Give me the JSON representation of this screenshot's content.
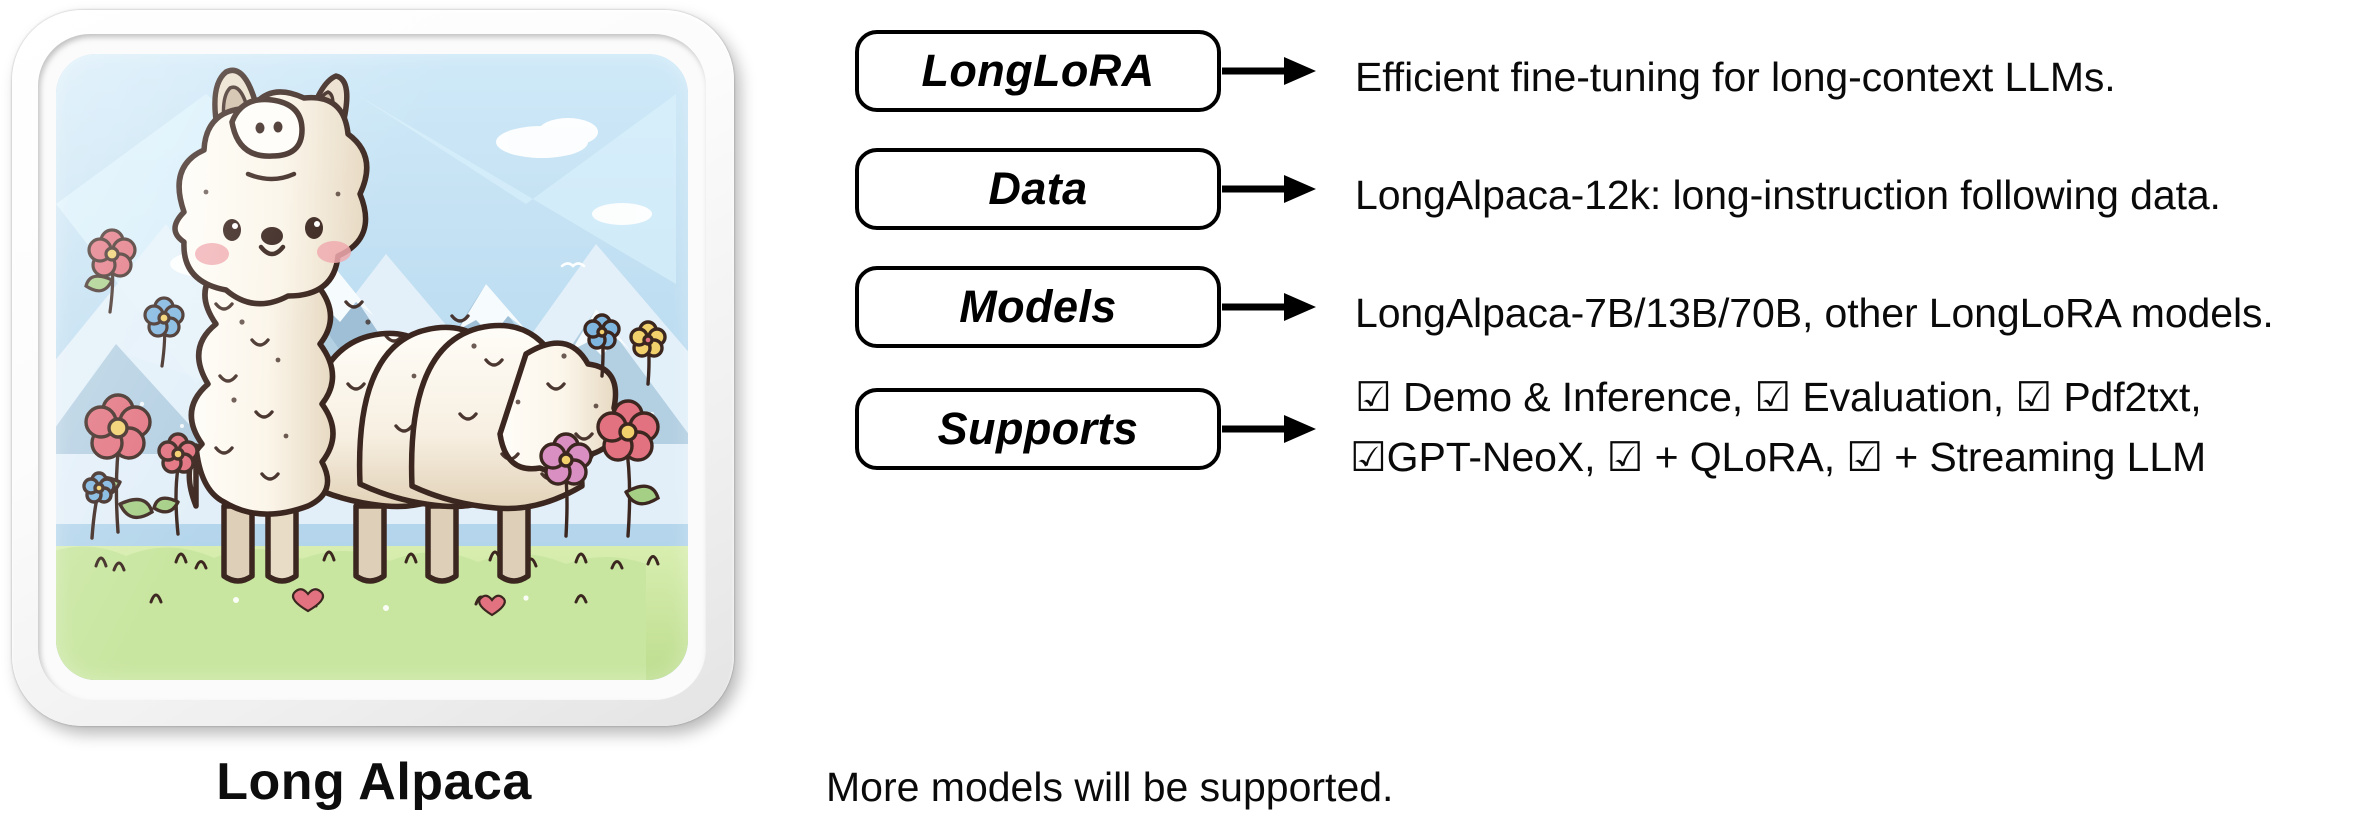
{
  "artwork": {
    "caption": "Long Alpaca",
    "alt_name": "long-alpaca-illustration",
    "palette": {
      "sky": "#b7d8ef",
      "sky_light": "#cfe8f7",
      "mountain_far": "#dfeaf4",
      "mountain_near": "#8fb3cc",
      "mountain_snow": "#f4fafd",
      "grass": "#cfe8a8",
      "grass_dark": "#a8cf7d",
      "wool_light": "#fdfaf2",
      "wool_shade": "#e8dcc6",
      "outline": "#3c2720",
      "cheek": "#f0a9ae",
      "flower_red": "#e2727f",
      "flower_pink": "#d98fc2",
      "flower_blue": "#7fb6e0",
      "flower_yellow": "#f2d06b",
      "leaf": "#a6cf86"
    }
  },
  "flow": {
    "rows": [
      {
        "tag": "LongLoRA",
        "description": "Efficient fine-tuning for long-context LLMs.",
        "arrow": "arrow-right"
      },
      {
        "tag": "Data",
        "description": "LongAlpaca-12k: long-instruction following data.",
        "arrow": "arrow-right"
      },
      {
        "tag": "Models",
        "description": "LongAlpaca-7B/13B/70B, other LongLoRA models.",
        "arrow": "arrow-right"
      },
      {
        "tag": "Supports",
        "description": "☑ Demo & Inference, ☑ Evaluation, ☑ Pdf2txt, ☑GPT-NeoX, ☑ + QLoRA, ☑ + Streaming LLM",
        "description_line1": "☑ Demo & Inference, ☑ Evaluation, ☑ Pdf2txt,",
        "description_line2": "☑GPT-NeoX, ☑ + QLoRA, ☑ + Streaming LLM",
        "arrow": "arrow-right"
      }
    ],
    "footnote": "More models will be supported."
  }
}
